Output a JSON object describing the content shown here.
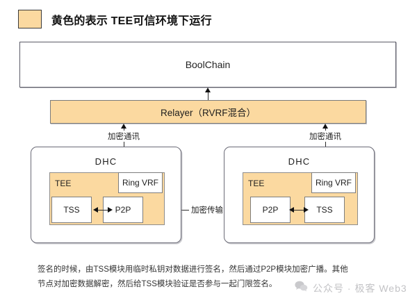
{
  "legend": {
    "swatch_color": "#FBD9A0",
    "text": "黄色的表示 TEE可信环境下运行"
  },
  "diagram": {
    "boolchain": {
      "label": "BoolChain"
    },
    "relayer": {
      "label": "Relayer（RVRF混合）"
    },
    "edges": {
      "encrypted_comm_left": "加密通讯",
      "encrypted_comm_right": "加密通讯",
      "encrypted_transfer": "加密传输"
    },
    "nodes": [
      {
        "title": "DHC",
        "tee_label": "TEE",
        "ring_vrf": "Ring VRF",
        "slot_a": "TSS",
        "slot_b": "P2P"
      },
      {
        "title": "DHC",
        "tee_label": "TEE",
        "ring_vrf": "Ring VRF",
        "slot_a": "P2P",
        "slot_b": "TSS"
      }
    ]
  },
  "caption": {
    "line1": "签名的时候，由TSS模块用临时私钥对数据进行签名，然后通过P2P模块加密广播。其他",
    "line2": "节点对加密数据解密，然后给TSS模块验证是否参与一起门限签名。"
  },
  "watermark": {
    "icon": "wechat-icon",
    "text": "公众号 · 极客 Web3"
  }
}
